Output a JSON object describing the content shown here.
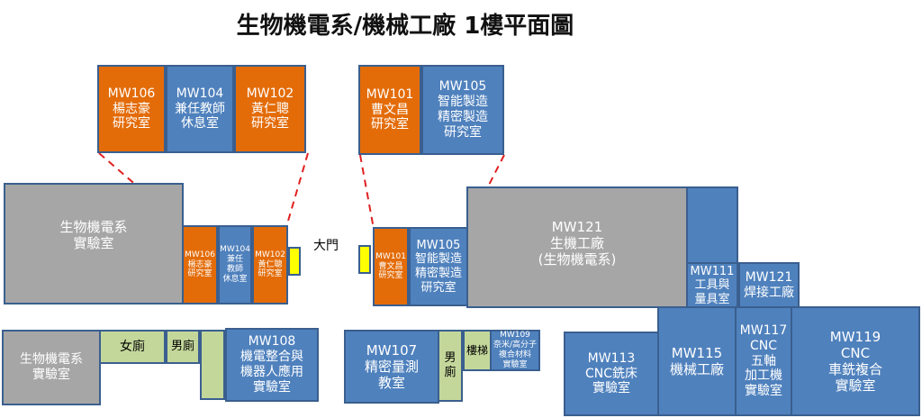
{
  "title": "生物機電系/機械工廠 1樓平面圖",
  "main_door": "大門",
  "rooms": {
    "zoom_mw106": "MW106\n楊志豪\n研究室",
    "zoom_mw104": "MW104\n兼任教師\n休息室",
    "zoom_mw102": "MW102\n黃仁聰\n研究室",
    "zoom_mw101": "MW101\n曹文昌\n研究室",
    "zoom_mw105": "MW105\n智能製造\n精密製造\n研究室",
    "lab_gray_top": "生物機電系\n實驗室",
    "mw106": "MW106\n楊志豪\n研究室",
    "mw104": "MW104\n兼任\n教師\n休息室",
    "mw102": "MW102\n黃仁聰\n研究室",
    "mw101": "MW101\n曹文昌\n研究室",
    "mw105": "MW105\n智能製造\n精密製造\n研究室",
    "mw121": "MW121\n生機工廠\n(生物機電系)",
    "mw111": "MW111\n工具與\n量具室",
    "mw121_weld": "MW121\n焊接工廠",
    "lab_gray_bottom": "生物機電系\n實驗室",
    "women_wc": "女廁",
    "men_wc_left": "男廁",
    "mw108": "MW108\n機電整合與\n機器人應用\n實驗室",
    "mw107": "MW107\n精密量測\n教室",
    "men_wc_right": "男\n廁",
    "stairs": "樓梯",
    "mw109": "MW109\n奈米/高分子\n複合材料\n實驗室",
    "mw113": "MW113\nCNC銑床\n實驗室",
    "mw115": "MW115\n機械工廠",
    "mw117": "MW117\nCNC\n五軸\n加工機\n實驗室",
    "mw119": "MW119\nCNC\n車銑複合\n實驗室"
  }
}
